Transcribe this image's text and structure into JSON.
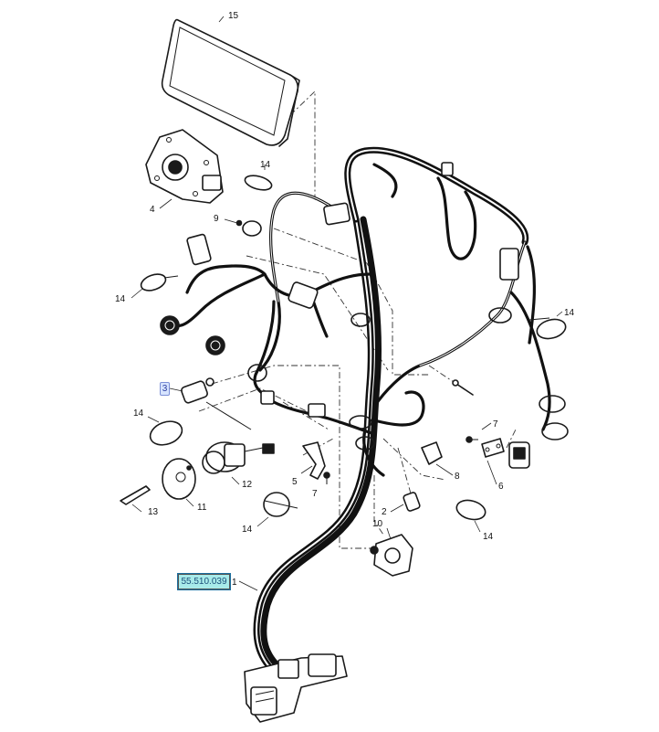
{
  "reference_code": "55.510.039",
  "callouts": {
    "c1": "1",
    "c2": "2",
    "c3": "3",
    "c4": "4",
    "c5": "5",
    "c6": "6",
    "c7a": "7",
    "c7b": "7",
    "c8": "8",
    "c9": "9",
    "c10": "10",
    "c11": "11",
    "c12": "12",
    "c13": "13",
    "c14a": "14",
    "c14b": "14",
    "c14c": "14",
    "c14d": "14",
    "c14e": "14",
    "c14f": "14",
    "c15": "15"
  },
  "colors": {
    "line": "#1a1a1a",
    "highlight_box": "#a8ebe9",
    "selection": "#d7e4ff"
  }
}
